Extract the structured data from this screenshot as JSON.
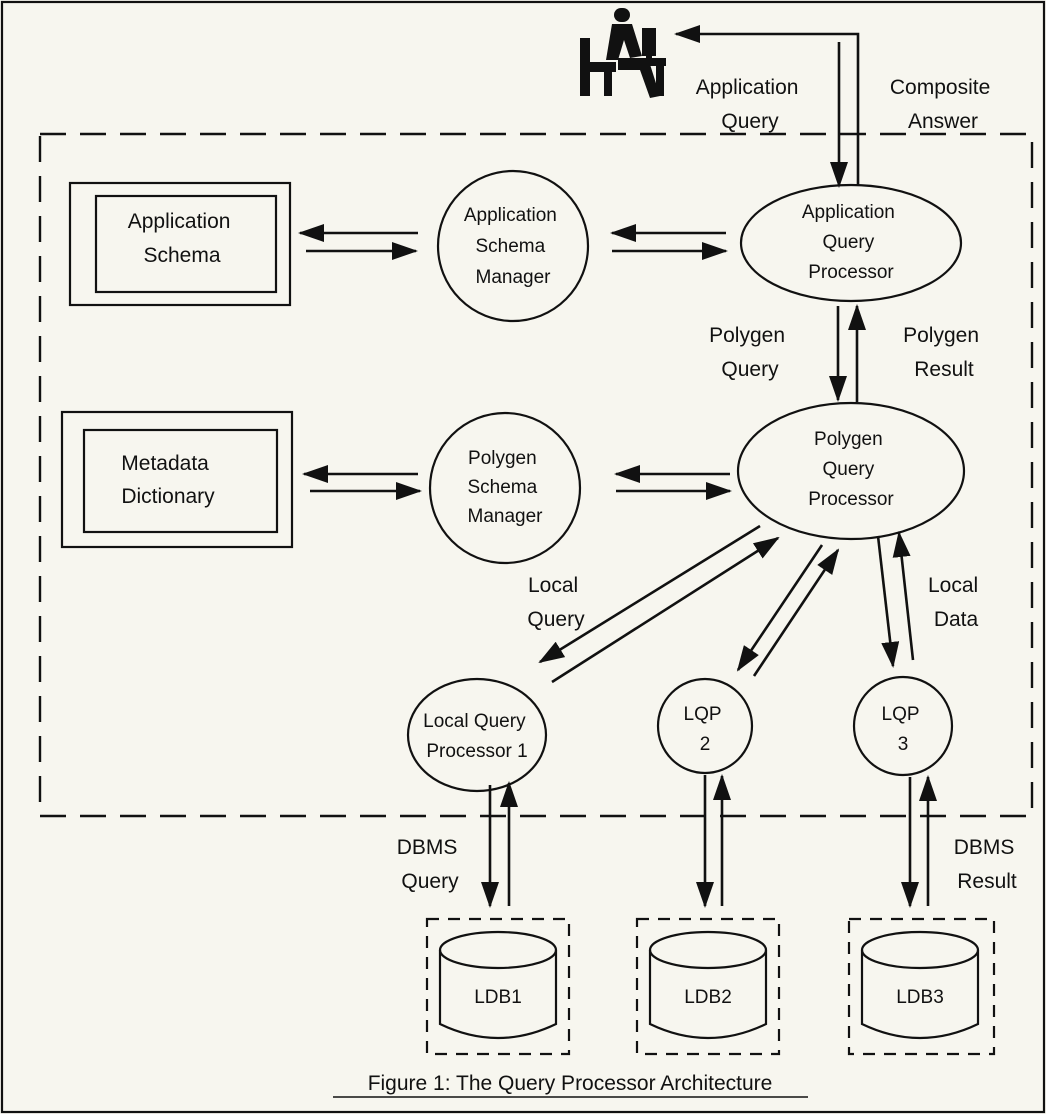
{
  "caption": "Figure 1: The Query Processor Architecture",
  "user_icon": "user-at-computer-icon",
  "stores": {
    "application_schema": [
      "Application",
      "Schema"
    ],
    "metadata_dictionary": [
      "Metadata",
      "Dictionary"
    ]
  },
  "processes": {
    "application_schema_manager": [
      "Application",
      "Schema",
      "Manager"
    ],
    "application_query_processor": [
      "Application",
      "Query",
      "Processor"
    ],
    "polygen_schema_manager": [
      "Polygen",
      "Schema",
      "Manager"
    ],
    "polygen_query_processor": [
      "Polygen",
      "Query",
      "Processor"
    ],
    "lqp1": [
      "Local Query",
      "Processor 1"
    ],
    "lqp2": [
      "LQP",
      "2"
    ],
    "lqp3": [
      "LQP",
      "3"
    ]
  },
  "databases": [
    "LDB1",
    "LDB2",
    "LDB3"
  ],
  "flows": {
    "application_query": [
      "Application",
      "Query"
    ],
    "composite_answer": [
      "Composite",
      "Answer"
    ],
    "polygen_query": [
      "Polygen",
      "Query"
    ],
    "polygen_result": [
      "Polygen",
      "Result"
    ],
    "local_query": [
      "Local",
      "Query"
    ],
    "local_data": [
      "Local",
      "Data"
    ],
    "dbms_query": [
      "DBMS",
      "Query"
    ],
    "dbms_result": [
      "DBMS",
      "Result"
    ]
  }
}
